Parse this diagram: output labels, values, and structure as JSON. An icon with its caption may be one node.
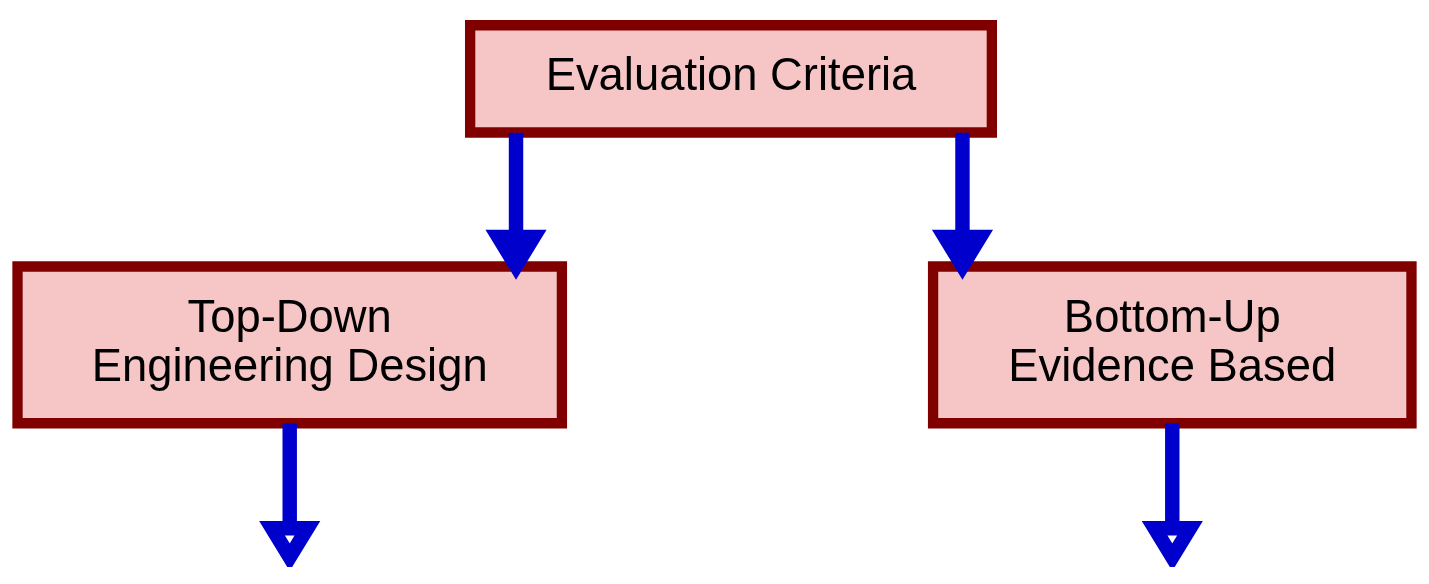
{
  "diagram": {
    "nodes": [
      {
        "text": [
          "Evaluation Criteria"
        ]
      },
      {
        "text": [
          "Top-Down",
          "Engineering Design"
        ]
      },
      {
        "text": [
          "Bottom-Up",
          "Evidence Based"
        ]
      }
    ],
    "edges": [
      {
        "from": 0,
        "to": 1,
        "arrow": "to"
      },
      {
        "from": 0,
        "to": 2,
        "arrow": "to"
      },
      {
        "from": 1,
        "to": null,
        "arrow": "to"
      },
      {
        "from": 2,
        "to": null,
        "arrow": "to"
      }
    ]
  }
}
